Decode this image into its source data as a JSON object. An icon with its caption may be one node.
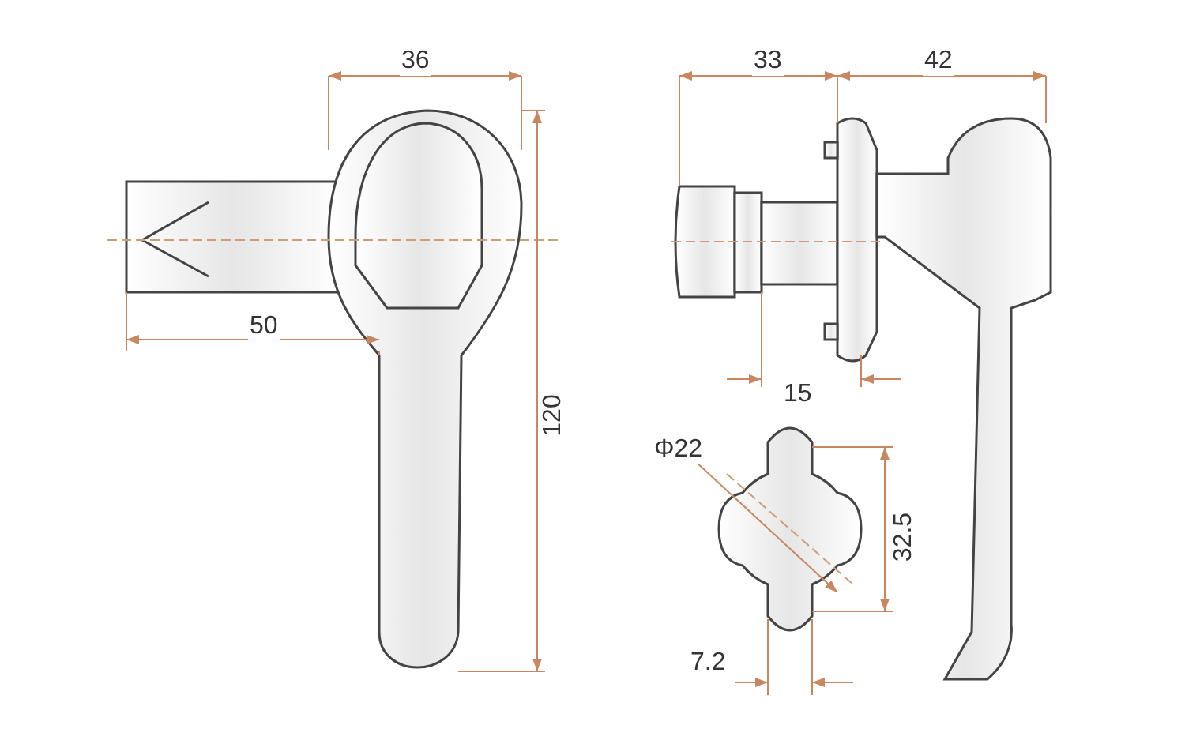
{
  "diagram": {
    "labels": [
      "36",
      "33",
      "42",
      "50",
      "15",
      "120",
      "Φ22",
      "32.5",
      "7.2"
    ]
  }
}
